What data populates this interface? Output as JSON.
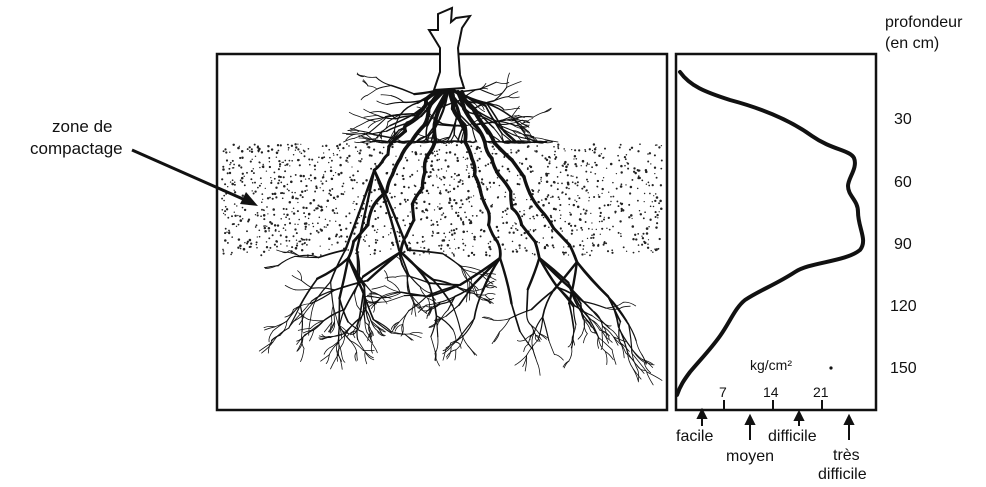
{
  "annotation": {
    "line1": "zone de",
    "line2": "compactage"
  },
  "depth_axis": {
    "title_line1": "profondeur",
    "title_line2": "(en cm)",
    "ticks": [
      "30",
      "60",
      "90",
      "120",
      "150"
    ]
  },
  "resistance_axis": {
    "unit": "kg/cm²",
    "ticks": [
      "7",
      "14",
      "21"
    ]
  },
  "difficulty_labels": {
    "facile": "facile",
    "moyen": "moyen",
    "difficile": "difficile",
    "tres_difficile_line1": "très",
    "tres_difficile_line2": "difficile"
  },
  "colors": {
    "ink": "#111111",
    "paper": "#ffffff"
  }
}
